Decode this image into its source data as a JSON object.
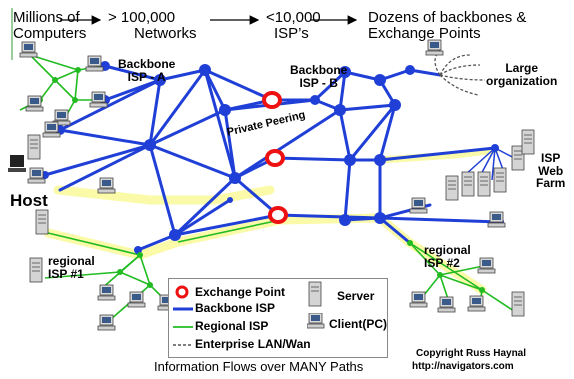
{
  "header": {
    "items": [
      {
        "line1": "Millions of",
        "line2": "Computers"
      },
      {
        "line1": "> 100,000",
        "line2": "Networks"
      },
      {
        "line1": "<10,000",
        "line2": "ISP’s"
      },
      {
        "line1": "Dozens of backbones &",
        "line2": "Exchange Points"
      }
    ]
  },
  "labels": {
    "backbone_a": "Backbone\nISP - A",
    "backbone_b": "Backbone\nISP - B",
    "large_org": "Large\norganization",
    "private_peering": "Private Peering",
    "isp_web_farm": "ISP\nWeb\nFarm",
    "host": "Host",
    "regional_1": "regional\nISP #1",
    "regional_2": "regional\nISP #2"
  },
  "legend": {
    "exchange_point": "Exchange Point",
    "backbone_isp": "Backbone ISP",
    "regional_isp": "Regional ISP",
    "enterprise": "Enterprise LAN/Wan",
    "server": "Server",
    "client": "Client(PC)"
  },
  "footer": {
    "caption": "Information Flows over MANY Paths",
    "copyright": "Copyright Russ Haynal",
    "url": "http://navigators.com"
  },
  "colors": {
    "backbone": "#1f3fd6",
    "regional": "#22bb22",
    "exchange": "#ee1111",
    "highlight": "#fafaa8"
  }
}
